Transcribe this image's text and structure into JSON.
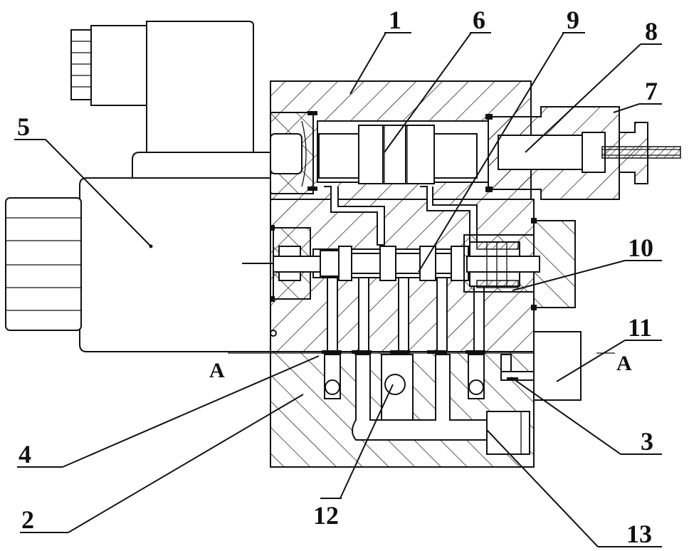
{
  "part_labels": [
    {
      "id": "1",
      "text": "1"
    },
    {
      "id": "2",
      "text": "2"
    },
    {
      "id": "3",
      "text": "3"
    },
    {
      "id": "4",
      "text": "4"
    },
    {
      "id": "5",
      "text": "5"
    },
    {
      "id": "6",
      "text": "6"
    },
    {
      "id": "7",
      "text": "7"
    },
    {
      "id": "8",
      "text": "8"
    },
    {
      "id": "9",
      "text": "9"
    },
    {
      "id": "10",
      "text": "10"
    },
    {
      "id": "11",
      "text": "11"
    },
    {
      "id": "12",
      "text": "12"
    },
    {
      "id": "13",
      "text": "13"
    }
  ],
  "section_marks": {
    "left": "A",
    "right": "A"
  }
}
